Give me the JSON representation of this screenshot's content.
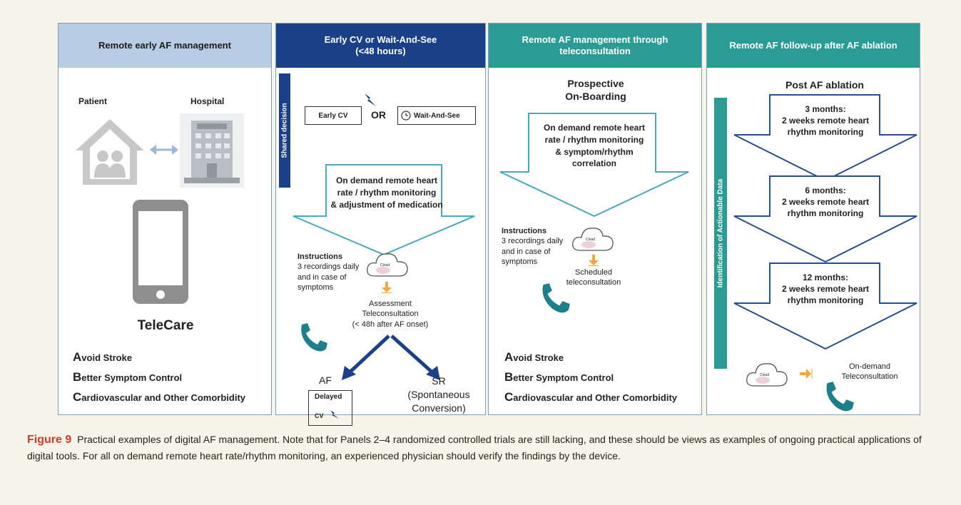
{
  "panel1": {
    "title": "Remote early AF management",
    "patient": "Patient",
    "hospital": "Hospital",
    "telecare": "TeleCare",
    "abc": [
      {
        "first": "A",
        "rest": "void Stroke"
      },
      {
        "first": "B",
        "rest": "etter Symptom Control"
      },
      {
        "first": "C",
        "rest": "ardiovascular and Other Comorbidity"
      }
    ]
  },
  "panel2": {
    "title_line1": "Early CV or Wait-And-See",
    "title_line2": "(<48 hours)",
    "side_label": "Shared decision",
    "early_cv": "Early CV",
    "or": "OR",
    "wait_and_see": "Wait-And-See",
    "arrow_text": [
      "On demand remote heart",
      "rate / rhythm monitoring",
      "& adjustment of medication"
    ],
    "instructions_title": "Instructions",
    "instructions_text": [
      "3 recordings daily",
      "and in case of",
      "symptoms"
    ],
    "cloud": "Cloud",
    "assessment": [
      "Assessment",
      "Teleconsultation",
      "(< 48h after AF onset)"
    ],
    "af": "AF",
    "delayed": "Delayed",
    "cv": "CV",
    "sr": [
      "SR",
      "(Spontaneous",
      "Conversion)"
    ]
  },
  "panel3": {
    "title_line1": "Remote AF management through",
    "title_line2": "teleconsultation",
    "onboarding": [
      "Prospective",
      "On-Boarding"
    ],
    "arrow_text": [
      "On demand remote heart",
      "rate / rhythm monitoring",
      "& symptom/rhythm",
      "correlation"
    ],
    "instructions_title": "Instructions",
    "instructions_text": [
      "3 recordings daily",
      "and in case of",
      "symptoms"
    ],
    "cloud": "Cloud",
    "scheduled": [
      "Scheduled",
      "teleconsultation"
    ],
    "abc": [
      {
        "first": "A",
        "rest": "void Stroke"
      },
      {
        "first": "B",
        "rest": "etter Symptom Control"
      },
      {
        "first": "C",
        "rest": "ardiovascular and Other Comorbidity"
      }
    ]
  },
  "panel4": {
    "title": "Remote AF follow-up after AF ablation",
    "post": "Post AF ablation",
    "side_label": "Identification of Actionable Data",
    "steps": [
      {
        "l1": "3 months:",
        "l2": "2 weeks remote heart",
        "l3": "rhythm monitoring"
      },
      {
        "l1": "6 months:",
        "l2": "2 weeks remote heart",
        "l3": "rhythm monitoring"
      },
      {
        "l1": "12 months:",
        "l2": "2 weeks remote heart",
        "l3": "rhythm monitoring"
      }
    ],
    "cloud": "Cloud",
    "ondemand": [
      "On-demand",
      "Teleconsultation"
    ]
  },
  "caption": {
    "label": "Figure 9",
    "text": "Practical examples of digital AF management. Note that for Panels 2–4 randomized controlled trials are still lacking, and these should be views as examples of ongoing practical applications of digital tools. For all on demand remote heart rate/rhythm monitoring, an experienced physician should verify the findings by the device."
  },
  "colors": {
    "panel1_header": "#b8cce4",
    "panel2_header": "#1a4087",
    "panel3_header": "#2b9c94",
    "panel4_header": "#2b9c94",
    "arrow_outline": "#4aa8b8",
    "arrow_outline_dark": "#2b4f8e",
    "phone": "#1e7f8a",
    "figure_label": "#d9372b"
  }
}
